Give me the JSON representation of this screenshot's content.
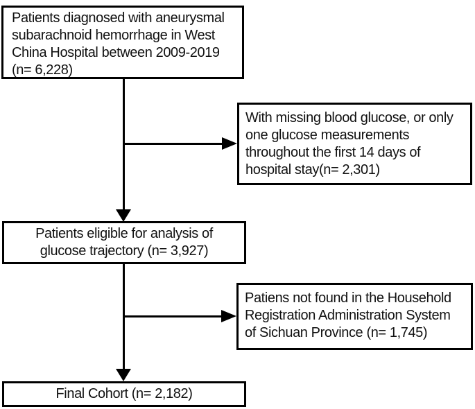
{
  "figure": {
    "type": "flowchart",
    "background_color": "#ffffff",
    "line_color": "#000000",
    "text_color": "#111111"
  },
  "flowchart": {
    "nodes": [
      {
        "id": "initial-population",
        "align": "left",
        "n": "6,228",
        "text": "Patients diagnosed with aneurysmal subarachnoid hemorrhage in West China Hospital between 2009-2019 (n= 6,228)",
        "lines": [
          "Patients diagnosed with aneurysmal",
          "subarachnoid hemorrhage in West",
          "China Hospital between 2009-2019",
          "(n= 6,228)"
        ]
      },
      {
        "id": "excluded-missing-glucose",
        "align": "left",
        "n": "2,301",
        "text": "With missing blood glucose, or only one glucose measurements throughout the first 14 days of hospital stay(n= 2,301)",
        "lines": [
          "With missing blood glucose, or only",
          "one glucose measurements",
          "throughout the first 14 days of",
          "hospital stay(n= 2,301)"
        ]
      },
      {
        "id": "eligible-for-analysis",
        "align": "center",
        "n": "3,927",
        "text": "Patients eligible for analysis of glucose trajectory (n= 3,927)",
        "lines": [
          "Patients eligible for analysis of",
          "glucose trajectory (n= 3,927)"
        ]
      },
      {
        "id": "excluded-not-in-registry",
        "align": "left",
        "n": "1,745",
        "text": "Patiens not found in the Household Registration Administration System of Sichuan Province (n= 1,745)",
        "lines": [
          "Patiens not found in the Household",
          "Registration Administration System",
          "of Sichuan Province (n= 1,745)"
        ]
      },
      {
        "id": "final-cohort",
        "align": "center",
        "n": "2,182",
        "text": "Final Cohort (n= 2,182)",
        "lines": [
          "Final Cohort (n= 2,182)"
        ]
      }
    ]
  }
}
